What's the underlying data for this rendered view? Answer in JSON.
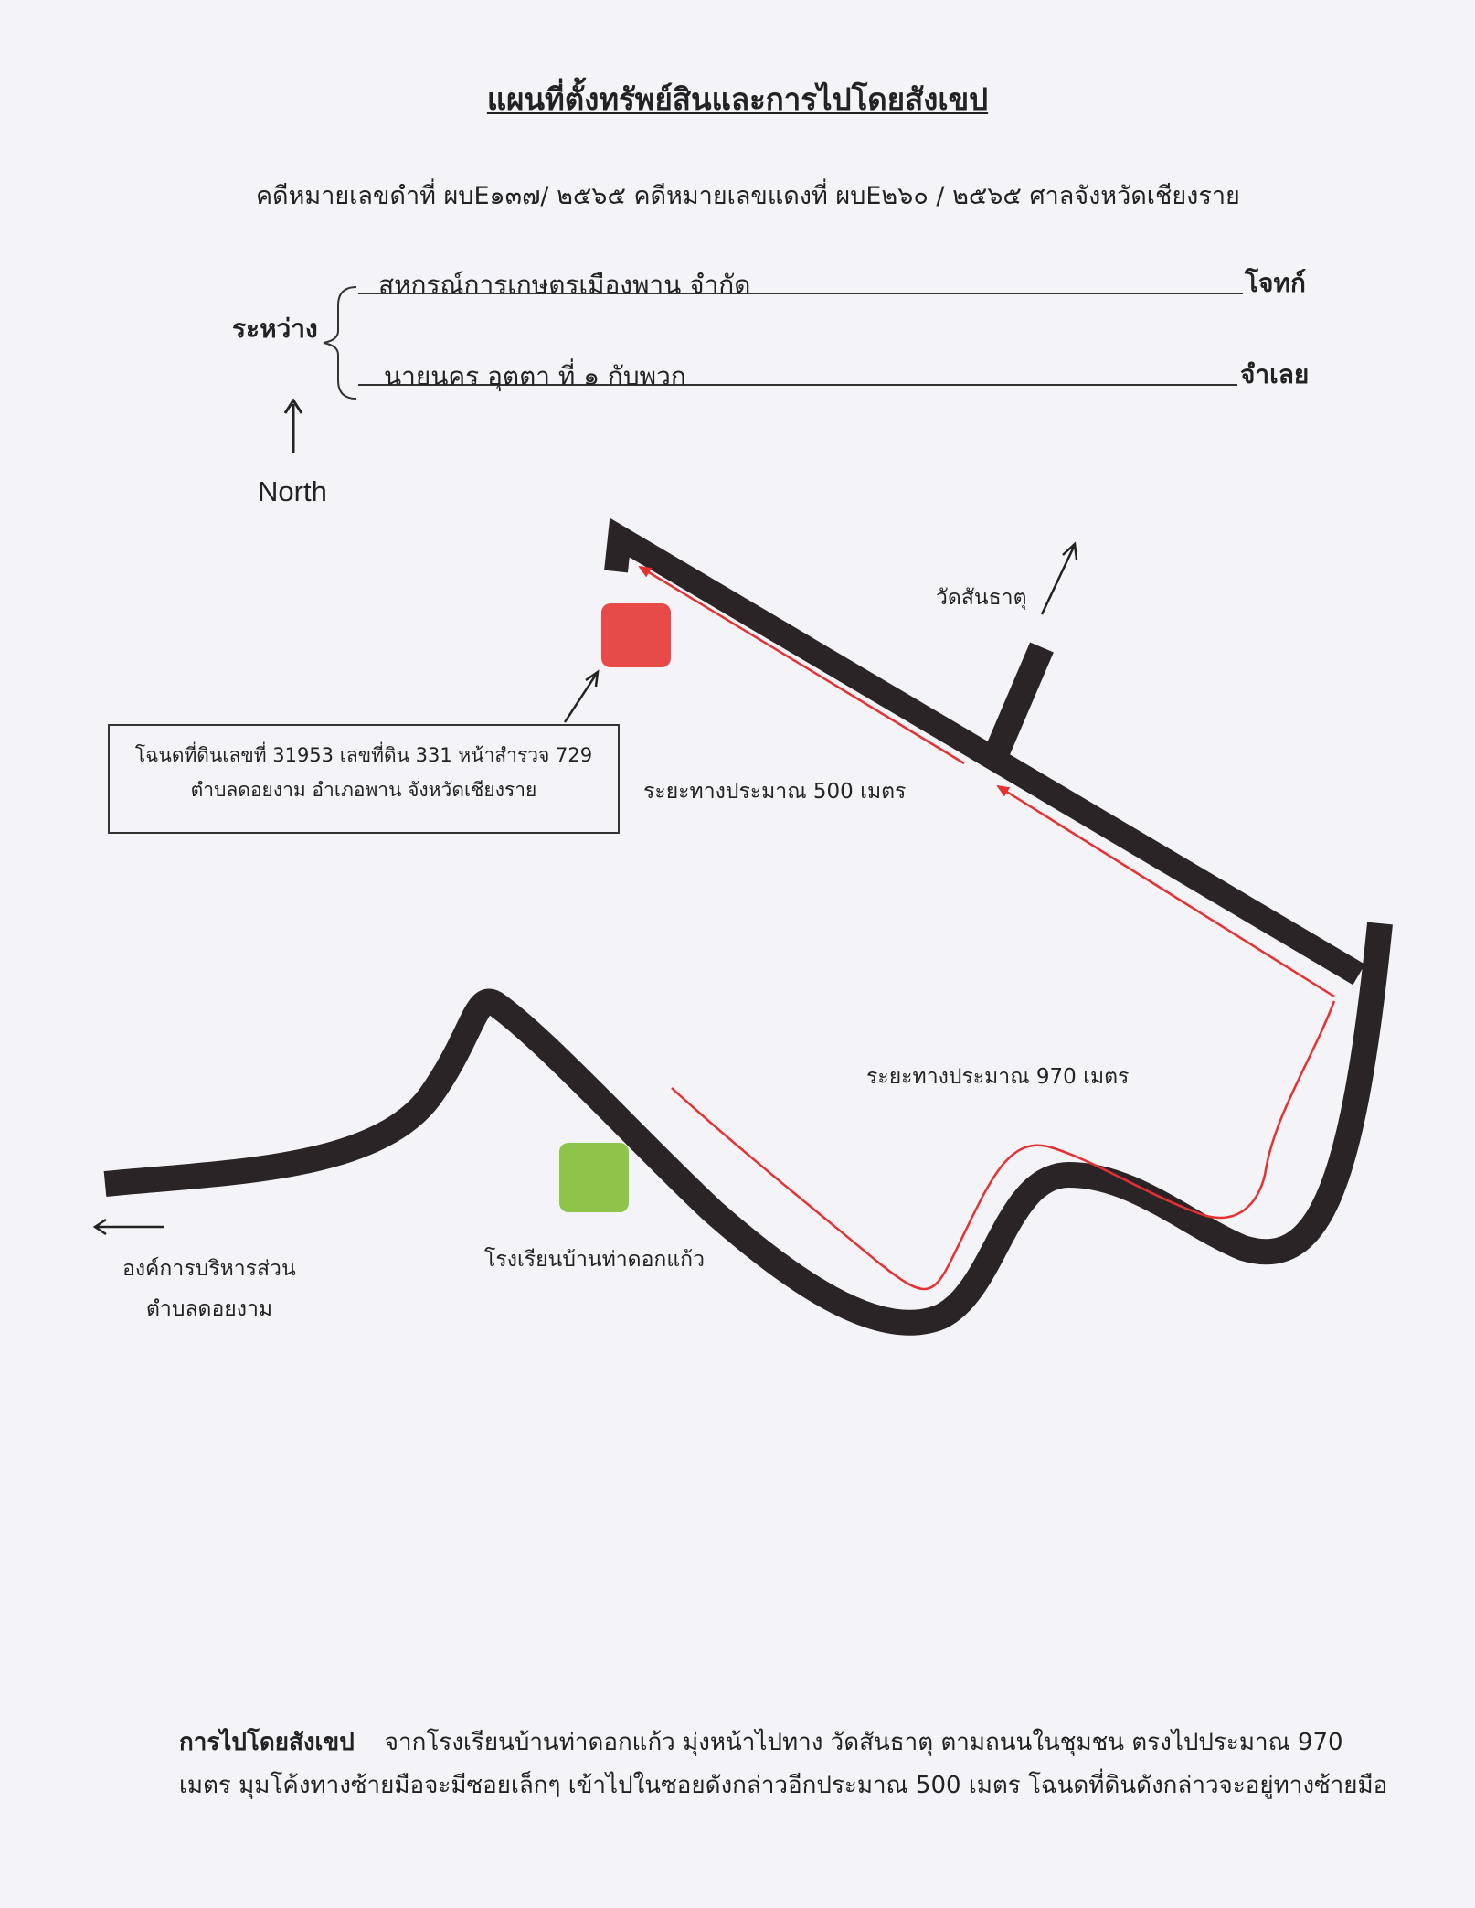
{
  "header": {
    "title": "แผนที่ตั้งทรัพย์สินและการไปโดยสังเขป",
    "case_line": "คดีหมายเลขดำที่  ผบE๑๓๗/ ๒๕๖๕ คดีหมายเลขแดงที่  ผบE๒๖๐ / ๒๕๖๕   ศาลจังหวัดเชียงราย"
  },
  "parties": {
    "between_label": "ระหว่าง",
    "plaintiff_name": "สหกรณ์การเกษตรเมืองพาน จำกัด",
    "plaintiff_role": "โจทก์",
    "defendant_name": "นายนคร  อุตตา ที่ ๑ กับพวก",
    "defendant_role": "จำเลย"
  },
  "compass": {
    "label": "North"
  },
  "map": {
    "parcel_label_line1": "โฉนดที่ดินเลขที่ 31953 เลขที่ดิน 331 หน้าสำรวจ 729",
    "parcel_label_line2": "ตำบลดอยงาม  อำเภอพาน  จังหวัดเชียงราย",
    "temple_label": "วัดสันธาตุ",
    "distance_500_label": "ระยะทางประมาณ 500 เมตร",
    "distance_970_label": "ระยะทางประมาณ 970 เมตร",
    "school_label": "โรงเรียนบ้านท่าดอกแก้ว",
    "tao_label_line1": "องค์การบริหารส่วน",
    "tao_label_line2": "ตำบลดอยงาม",
    "colors": {
      "parcel_marker": "#e84a4a",
      "school_marker": "#8dc44a",
      "route_line": "#e83030",
      "road": "#2b2426"
    }
  },
  "summary": {
    "heading": "การไปโดยสังเขป",
    "text_line1": "จากโรงเรียนบ้านท่าดอกแก้ว มุ่งหน้าไปทาง วัดสันธาตุ ตามถนนในชุมชน ตรงไปประมาณ 970",
    "text_line2": "เมตร มุมโค้งทางซ้ายมือจะมีซอยเล็กๆ เข้าไปในซอยดังกล่าวอีกประมาณ 500 เมตร โฉนดที่ดินดังกล่าวจะอยู่ทางซ้ายมือ"
  }
}
